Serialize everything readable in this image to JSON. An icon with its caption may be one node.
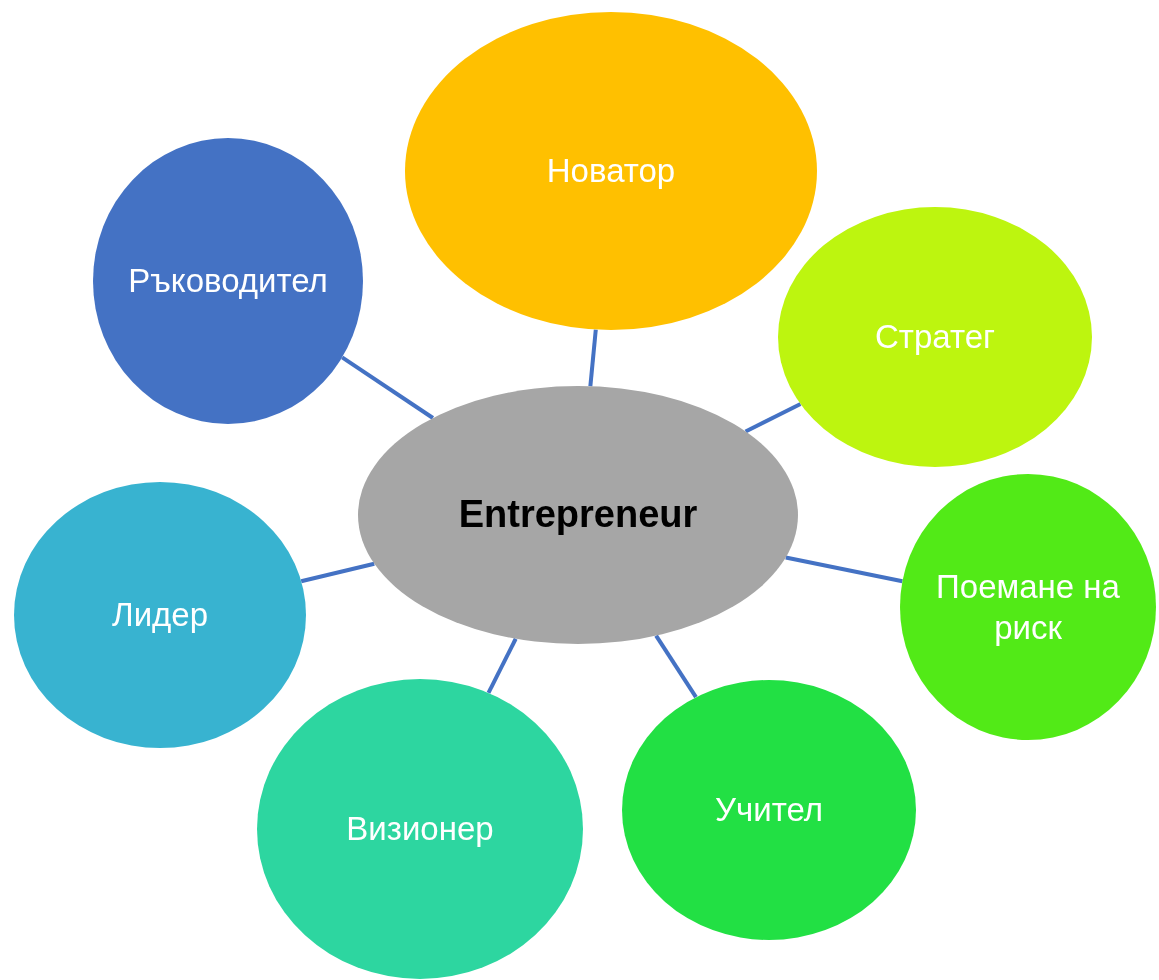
{
  "diagram": {
    "nodes": [
      {
        "text": [
          "Entrepreneur"
        ]
      },
      {
        "text": [
          "Новатор"
        ]
      },
      {
        "text": [
          "Ръководител"
        ]
      },
      {
        "text": [
          "Стратег"
        ]
      },
      {
        "text": [
          "Лидер"
        ]
      },
      {
        "text": [
          "Поемане на риск"
        ]
      },
      {
        "text": [
          "Визионер"
        ]
      },
      {
        "text": [
          "Учител"
        ]
      }
    ],
    "edges": [
      {
        "from": 0,
        "to": 1,
        "arrow": "none"
      },
      {
        "from": 0,
        "to": 2,
        "arrow": "none"
      },
      {
        "from": 0,
        "to": 3,
        "arrow": "none"
      },
      {
        "from": 0,
        "to": 4,
        "arrow": "none"
      },
      {
        "from": 0,
        "to": 5,
        "arrow": "none"
      },
      {
        "from": 0,
        "to": 6,
        "arrow": "none"
      },
      {
        "from": 0,
        "to": 7,
        "arrow": "none"
      }
    ]
  }
}
